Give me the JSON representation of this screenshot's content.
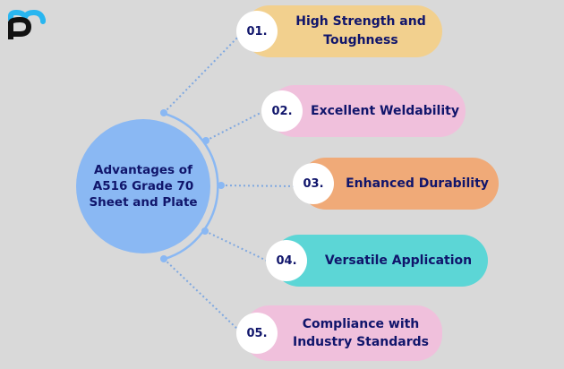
{
  "logo": {
    "name": "pm-logo",
    "colors": {
      "top": "#29b6f0",
      "bottom": "#111111"
    }
  },
  "center": {
    "title": "Advantages of A516 Grade 70 Sheet and Plate",
    "color": "#8ab8f3"
  },
  "items": [
    {
      "num": "01.",
      "label": "High Strength and Toughness",
      "color": "#f2d08e"
    },
    {
      "num": "02.",
      "label": "Excellent Weldability",
      "color": "#f0c0dc"
    },
    {
      "num": "03.",
      "label": "Enhanced Durability",
      "color": "#f0aa78"
    },
    {
      "num": "04.",
      "label": "Versatile Application",
      "color": "#5cd6d6"
    },
    {
      "num": "05.",
      "label": "Compliance with Industry Standards",
      "color": "#f0c0dc"
    }
  ],
  "colors": {
    "background": "#d9d9d9",
    "text": "#10156b",
    "connector": "#8ab8f3"
  }
}
